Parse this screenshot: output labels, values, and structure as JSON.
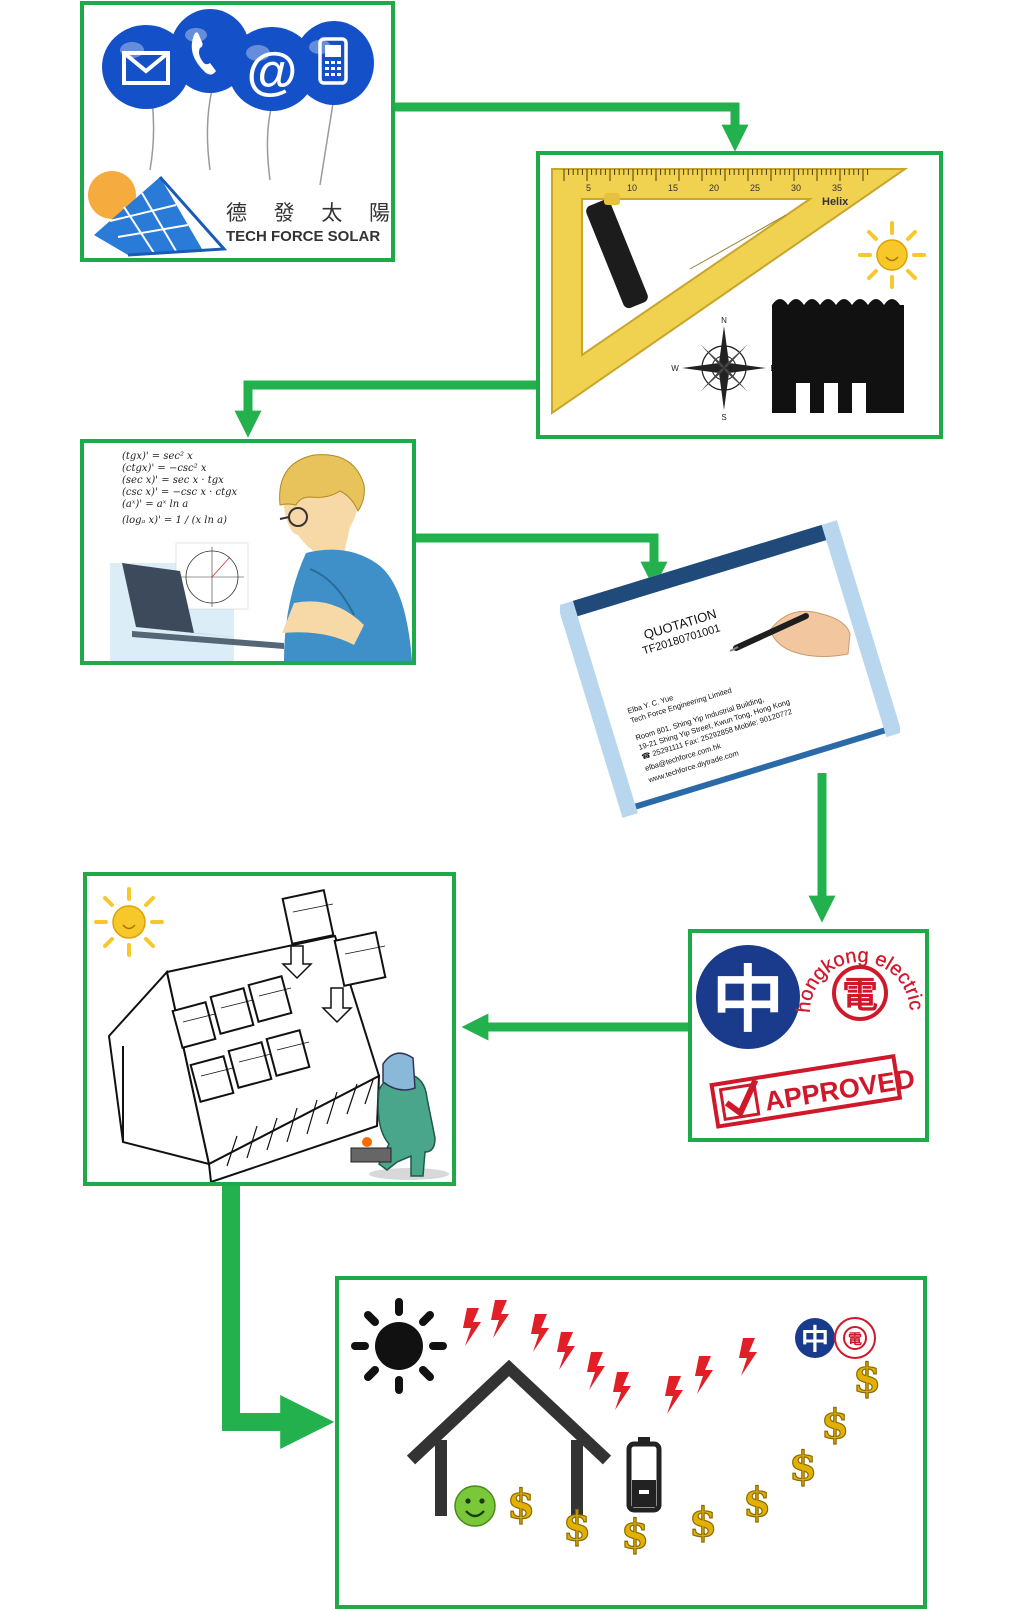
{
  "step1_contact": {
    "company_name_zh": "德 發 太 陽 能",
    "company_name_en": "TECH FORCE SOLAR",
    "balloon_icons": [
      "envelope-icon",
      "phone-icon",
      "at-sign-icon",
      "mobile-phone-icon"
    ]
  },
  "step2_survey": {
    "ruler_ticks": [
      "5",
      "10",
      "15",
      "20",
      "25",
      "30",
      "35"
    ],
    "ruler_brand": "Helix",
    "compass_points": [
      "N",
      "E",
      "S",
      "W"
    ]
  },
  "step3_design": {
    "formulas": [
      "(tgx)' = sec² x",
      "(ctgx)' = −csc² x",
      "(sec x)' = sec x · tgx",
      "(csc x)' = −csc x · ctgx",
      "(aˣ)' = aˣ ln a",
      "(logₐ x)' = 1 / (x ln a)"
    ]
  },
  "step4_quotation": {
    "title": "QUOTATION",
    "number": "TF20180701001",
    "contact_name": "Elba Y. C. Yue",
    "company": "Tech Force Engineering Limited",
    "address_line1": "Room 801, Shing Yip Industrial Building,",
    "address_line2": "19-21 Shing Yip Street, Kwun Tong, Hong Kong",
    "phone_fax": "☎ 25291111  Fax: 25292858  Mobile: 90120772",
    "email": "elba@techforce.com.hk",
    "website": "www.techforce.diytrade.com"
  },
  "step5_approval": {
    "clp_glyph": "中",
    "hk_electric_text": "hongkong electric",
    "hk_electric_glyph": "電",
    "stamp_text": "APPROVED"
  },
  "step6_installation": {},
  "step7_benefit": {
    "clp_glyph": "中",
    "hk_electric_glyph": "電",
    "currency_symbol": "$",
    "smiley_icon": "smiley-face-icon",
    "battery_icon": "battery-icon"
  },
  "colors": {
    "frame_green": "#1faa4a",
    "arrow_green": "#22b14c",
    "balloon_blue": "#1450c8",
    "ruler_yellow": "#f0d250",
    "clp_blue": "#1a3a8c",
    "hk_electric_red": "#d0182b",
    "lightning_red": "#e01f27",
    "coin_gold": "#e2b100"
  }
}
